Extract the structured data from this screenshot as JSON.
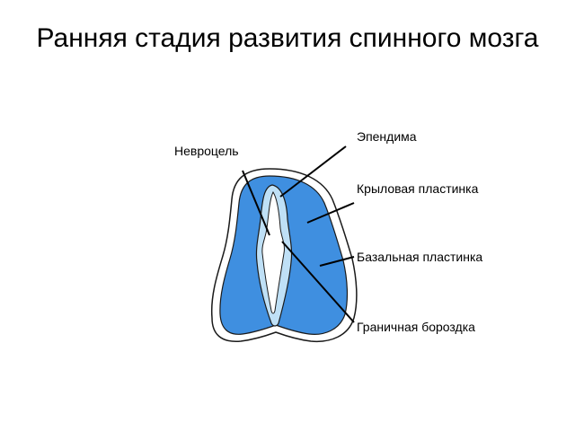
{
  "slide": {
    "title": "Ранняя стадия развития спинного мозга"
  },
  "diagram": {
    "labels": {
      "neurocoel": "Невроцель",
      "ependyma": "Эпендима",
      "alar_plate": "Крыловая пластинка",
      "basal_plate": "Базальная пластинка",
      "sulcus_limitans": "Граничная бороздка"
    },
    "colors": {
      "tissue": "#3f8fe0",
      "lumen_lining": "#bfe0f6",
      "outline": "#1a1a1a",
      "background": "#ffffff"
    }
  }
}
